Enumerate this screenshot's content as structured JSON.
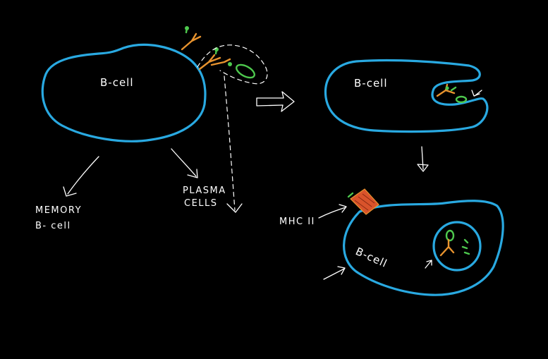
{
  "colors": {
    "background": "#000000",
    "cell_membrane": "#29a9e1",
    "antibody": "#e8932e",
    "antigen": "#4ec94e",
    "mhc_ii": "#d9532b",
    "annotation": "#ffffff"
  },
  "labels": {
    "cell_main": "B-cell",
    "cell_endocytosis": "B-cell",
    "cell_presenting": "B-cell",
    "memory_line1": "MEMORY",
    "memory_line2": "B- cell",
    "plasma_line1": "PLASMA",
    "plasma_line2": "CELLS",
    "mhc": "MHC II"
  },
  "icons": [
    "bold-right-arrow",
    "down-arrow",
    "antibody-y-shape",
    "antigen-blob",
    "mhc-receptor"
  ]
}
